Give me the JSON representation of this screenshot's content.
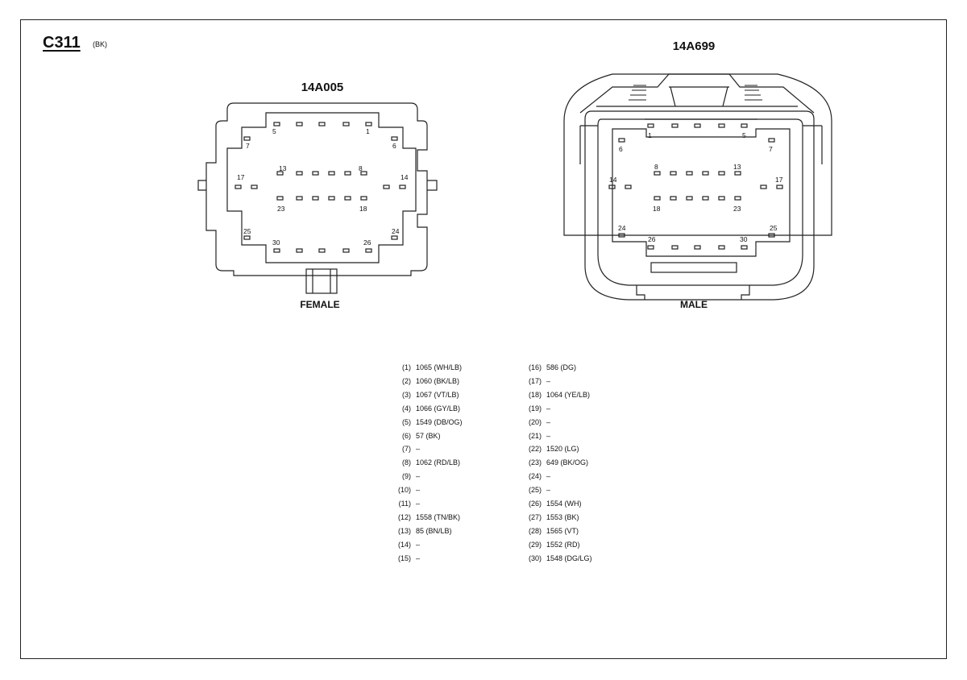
{
  "header": {
    "title": "C311",
    "color_code": "(BK)"
  },
  "connectors": [
    {
      "part": "14A005",
      "gender": "FEMALE"
    },
    {
      "part": "14A699",
      "gender": "MALE"
    }
  ],
  "pin_labels": {
    "female": [
      "5",
      "1",
      "7",
      "6",
      "13",
      "8",
      "17",
      "14",
      "23",
      "18",
      "25",
      "24",
      "30",
      "26"
    ],
    "male": [
      "1",
      "5",
      "6",
      "7",
      "8",
      "13",
      "14",
      "17",
      "18",
      "23",
      "24",
      "25",
      "26",
      "30"
    ]
  },
  "pinout": [
    {
      "pin": "(1)",
      "circuit": "1065 (WH/LB)"
    },
    {
      "pin": "(2)",
      "circuit": "1060 (BK/LB)"
    },
    {
      "pin": "(3)",
      "circuit": "1067 (VT/LB)"
    },
    {
      "pin": "(4)",
      "circuit": "1066 (GY/LB)"
    },
    {
      "pin": "(5)",
      "circuit": "1549 (DB/OG)"
    },
    {
      "pin": "(6)",
      "circuit": "57 (BK)"
    },
    {
      "pin": "(7)",
      "circuit": "–"
    },
    {
      "pin": "(8)",
      "circuit": "1062 (RD/LB)"
    },
    {
      "pin": "(9)",
      "circuit": "–"
    },
    {
      "pin": "(10)",
      "circuit": "–"
    },
    {
      "pin": "(11)",
      "circuit": "–"
    },
    {
      "pin": "(12)",
      "circuit": "1558 (TN/BK)"
    },
    {
      "pin": "(13)",
      "circuit": "85 (BN/LB)"
    },
    {
      "pin": "(14)",
      "circuit": "–"
    },
    {
      "pin": "(15)",
      "circuit": "–"
    },
    {
      "pin": "(16)",
      "circuit": "586 (DG)"
    },
    {
      "pin": "(17)",
      "circuit": "–"
    },
    {
      "pin": "(18)",
      "circuit": "1064 (YE/LB)"
    },
    {
      "pin": "(19)",
      "circuit": "–"
    },
    {
      "pin": "(20)",
      "circuit": "–"
    },
    {
      "pin": "(21)",
      "circuit": "–"
    },
    {
      "pin": "(22)",
      "circuit": "1520 (LG)"
    },
    {
      "pin": "(23)",
      "circuit": "649 (BK/OG)"
    },
    {
      "pin": "(24)",
      "circuit": "–"
    },
    {
      "pin": "(25)",
      "circuit": "–"
    },
    {
      "pin": "(26)",
      "circuit": "1554 (WH)"
    },
    {
      "pin": "(27)",
      "circuit": "1553 (BK)"
    },
    {
      "pin": "(28)",
      "circuit": "1565 (VT)"
    },
    {
      "pin": "(29)",
      "circuit": "1552 (RD)"
    },
    {
      "pin": "(30)",
      "circuit": "1548 (DG/LG)"
    }
  ]
}
